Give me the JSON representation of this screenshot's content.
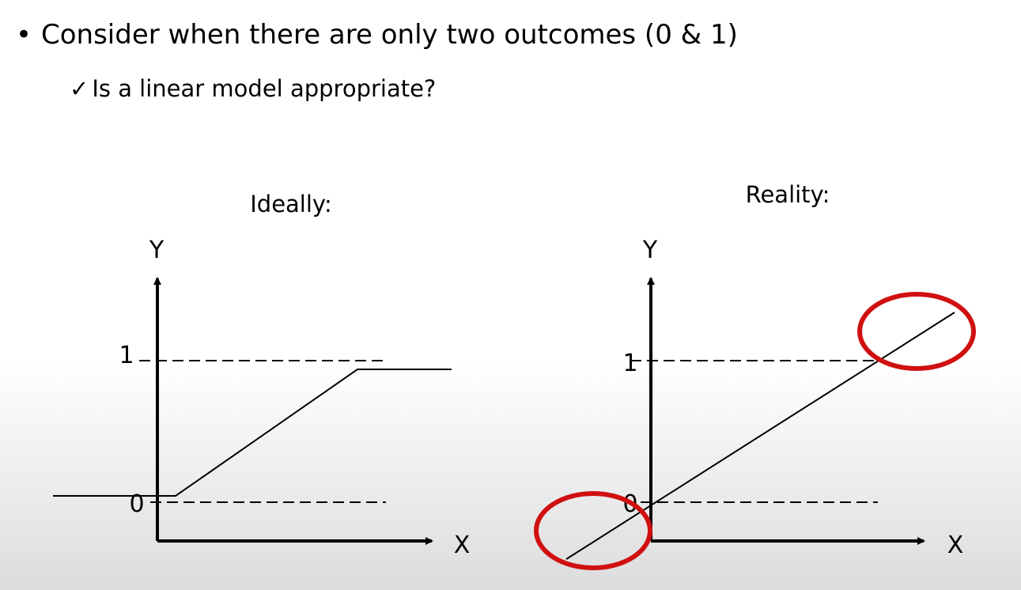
{
  "slide": {
    "bullet_symbol": "•",
    "bullet_text": "Consider when there are only two outcomes (0 & 1)",
    "check_symbol": "✓",
    "sub_text": "Is a linear model appropriate?"
  },
  "left_diagram": {
    "title": "Ideally:",
    "y_label": "Y",
    "x_label": "X",
    "tick_top": "1",
    "tick_bottom": "0"
  },
  "right_diagram": {
    "title": "Reality:",
    "y_label": "Y",
    "x_label": "X",
    "tick_top": "1",
    "tick_bottom": "0"
  },
  "colors": {
    "line": "#000000",
    "highlight": "#d01010"
  }
}
